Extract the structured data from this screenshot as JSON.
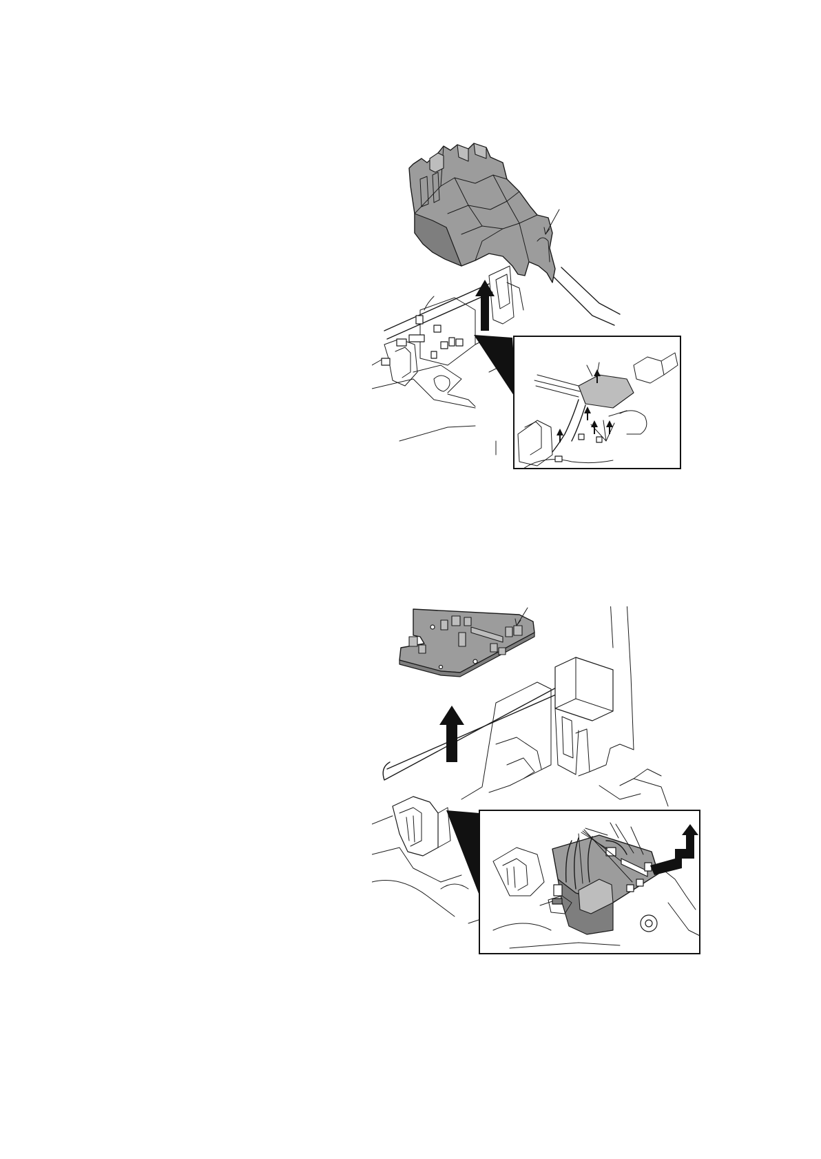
{
  "figures": [
    {
      "id": "figure-1",
      "part_shading": "#9c9c9c",
      "arrow_color": "#111111",
      "inset": "connector-release-detail"
    },
    {
      "id": "figure-2",
      "part_shading": "#9c9c9c",
      "arrow_color": "#111111",
      "inset": "board-removal-detail"
    }
  ],
  "colors": {
    "line": "#1a1a1a",
    "part_fill": "#9c9c9c",
    "background": "#ffffff"
  }
}
